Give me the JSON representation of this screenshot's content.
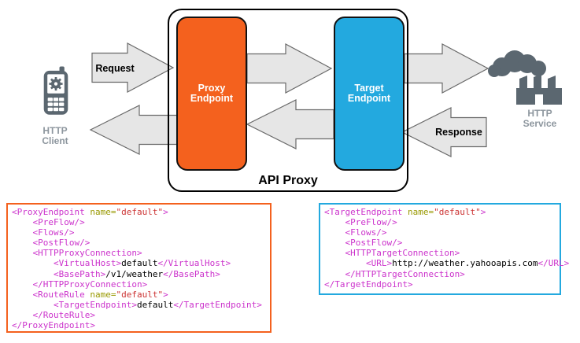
{
  "colors": {
    "orange": "#F4611E",
    "blue": "#23A9DF",
    "arrow_fill": "#E6E6E6",
    "arrow_stroke": "#696969",
    "icon": "#5B6770",
    "icon_label": "#8D969E",
    "code_tag": "#CC33CC",
    "code_attr": "#999900",
    "code_str": "#CC3333",
    "code_txt": "#000000"
  },
  "diagram": {
    "http_client": {
      "line1": "HTTP",
      "line2": "Client"
    },
    "http_service": {
      "line1": "HTTP",
      "line2": "Service"
    },
    "request_label": "Request",
    "response_label": "Response",
    "api_proxy_label": "API Proxy",
    "proxy_endpoint": {
      "line1": "Proxy",
      "line2": "Endpoint"
    },
    "target_endpoint": {
      "line1": "Target",
      "line2": "Endpoint"
    }
  },
  "code": {
    "proxy": {
      "lines": [
        [
          [
            "t",
            "<ProxyEndpoint "
          ],
          [
            "a",
            "name="
          ],
          [
            "s",
            "\"default\""
          ],
          [
            "t",
            ">"
          ]
        ],
        [
          [
            "t",
            "    <PreFlow/>"
          ]
        ],
        [
          [
            "t",
            "    <Flows/>"
          ]
        ],
        [
          [
            "t",
            "    <PostFlow/>"
          ]
        ],
        [
          [
            "t",
            "    <HTTPProxyConnection>"
          ]
        ],
        [
          [
            "t",
            "        <VirtualHost>"
          ],
          [
            "x",
            "default"
          ],
          [
            "t",
            "</VirtualHost>"
          ]
        ],
        [
          [
            "t",
            "        <BasePath>"
          ],
          [
            "x",
            "/v1/weather"
          ],
          [
            "t",
            "</BasePath>"
          ]
        ],
        [
          [
            "t",
            "    </HTTPProxyConnection>"
          ]
        ],
        [
          [
            "t",
            "    <RouteRule "
          ],
          [
            "a",
            "name="
          ],
          [
            "s",
            "\"default\""
          ],
          [
            "t",
            ">"
          ]
        ],
        [
          [
            "t",
            "        <TargetEndpoint>"
          ],
          [
            "x",
            "default"
          ],
          [
            "t",
            "</TargetEndpoint>"
          ]
        ],
        [
          [
            "t",
            "    </RouteRule>"
          ]
        ],
        [
          [
            "t",
            "</ProxyEndpoint>"
          ]
        ]
      ]
    },
    "target": {
      "lines": [
        [
          [
            "t",
            "<TargetEndpoint "
          ],
          [
            "a",
            "name="
          ],
          [
            "s",
            "\"default\""
          ],
          [
            "t",
            ">"
          ]
        ],
        [
          [
            "t",
            "    <PreFlow/>"
          ]
        ],
        [
          [
            "t",
            "    <Flows/>"
          ]
        ],
        [
          [
            "t",
            "    <PostFlow/>"
          ]
        ],
        [
          [
            "t",
            "    <HTTPTargetConnection>"
          ]
        ],
        [
          [
            "t",
            "        <URL>"
          ],
          [
            "x",
            "http://weather.yahooapis.com"
          ],
          [
            "t",
            "</URL>"
          ]
        ],
        [
          [
            "t",
            "    </HTTPTargetConnection>"
          ]
        ],
        [
          [
            "t",
            "</TargetEndpoint>"
          ]
        ]
      ]
    }
  }
}
